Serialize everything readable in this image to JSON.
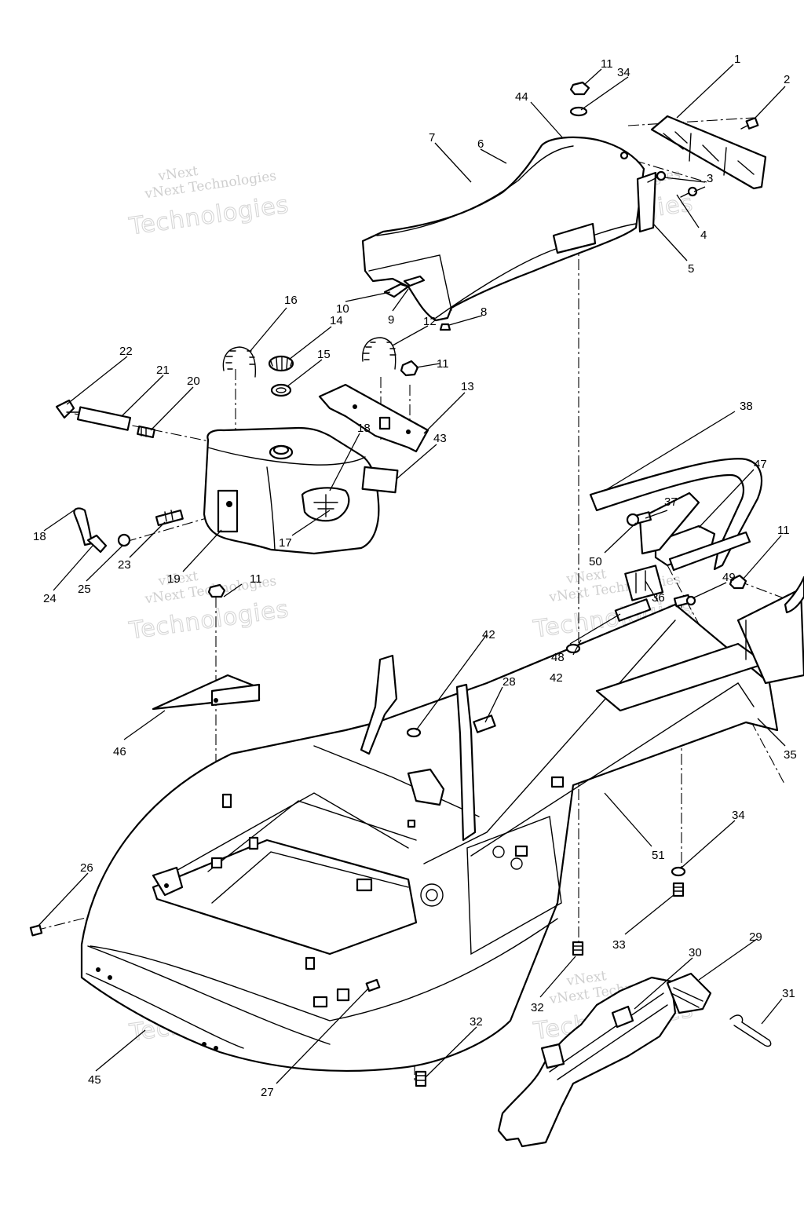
{
  "watermark": {
    "brand_short": "vNext",
    "brand_full": "vNext Technologies",
    "brand_word": "Technologies",
    "color": "#d0d0d0"
  },
  "callouts": [
    {
      "id": "c1",
      "label": "1"
    },
    {
      "id": "c2",
      "label": "2"
    },
    {
      "id": "c3",
      "label": "3"
    },
    {
      "id": "c4",
      "label": "4"
    },
    {
      "id": "c5",
      "label": "5"
    },
    {
      "id": "c6",
      "label": "6"
    },
    {
      "id": "c7",
      "label": "7"
    },
    {
      "id": "c8",
      "label": "8"
    },
    {
      "id": "c9",
      "label": "9"
    },
    {
      "id": "c10",
      "label": "10"
    },
    {
      "id": "c11a",
      "label": "11"
    },
    {
      "id": "c11b",
      "label": "11"
    },
    {
      "id": "c11c",
      "label": "11"
    },
    {
      "id": "c11d",
      "label": "11"
    },
    {
      "id": "c12",
      "label": "12"
    },
    {
      "id": "c13",
      "label": "13"
    },
    {
      "id": "c14",
      "label": "14"
    },
    {
      "id": "c15",
      "label": "15"
    },
    {
      "id": "c16",
      "label": "16"
    },
    {
      "id": "c17",
      "label": "17"
    },
    {
      "id": "c18a",
      "label": "18"
    },
    {
      "id": "c18b",
      "label": "18"
    },
    {
      "id": "c19",
      "label": "19"
    },
    {
      "id": "c20",
      "label": "20"
    },
    {
      "id": "c21",
      "label": "21"
    },
    {
      "id": "c22",
      "label": "22"
    },
    {
      "id": "c23",
      "label": "23"
    },
    {
      "id": "c24",
      "label": "24"
    },
    {
      "id": "c25",
      "label": "25"
    },
    {
      "id": "c26",
      "label": "26"
    },
    {
      "id": "c27",
      "label": "27"
    },
    {
      "id": "c28",
      "label": "28"
    },
    {
      "id": "c29",
      "label": "29"
    },
    {
      "id": "c30",
      "label": "30"
    },
    {
      "id": "c31",
      "label": "31"
    },
    {
      "id": "c32a",
      "label": "32"
    },
    {
      "id": "c32b",
      "label": "32"
    },
    {
      "id": "c33",
      "label": "33"
    },
    {
      "id": "c34a",
      "label": "34"
    },
    {
      "id": "c34b",
      "label": "34"
    },
    {
      "id": "c35",
      "label": "35"
    },
    {
      "id": "c36",
      "label": "36"
    },
    {
      "id": "c37",
      "label": "37"
    },
    {
      "id": "c38",
      "label": "38"
    },
    {
      "id": "c42a",
      "label": "42"
    },
    {
      "id": "c42b",
      "label": "42"
    },
    {
      "id": "c43",
      "label": "43"
    },
    {
      "id": "c44",
      "label": "44"
    },
    {
      "id": "c45",
      "label": "45"
    },
    {
      "id": "c46",
      "label": "46"
    },
    {
      "id": "c47",
      "label": "47"
    },
    {
      "id": "c48",
      "label": "48"
    },
    {
      "id": "c49",
      "label": "49"
    },
    {
      "id": "c50",
      "label": "50"
    },
    {
      "id": "c51",
      "label": "51"
    }
  ]
}
